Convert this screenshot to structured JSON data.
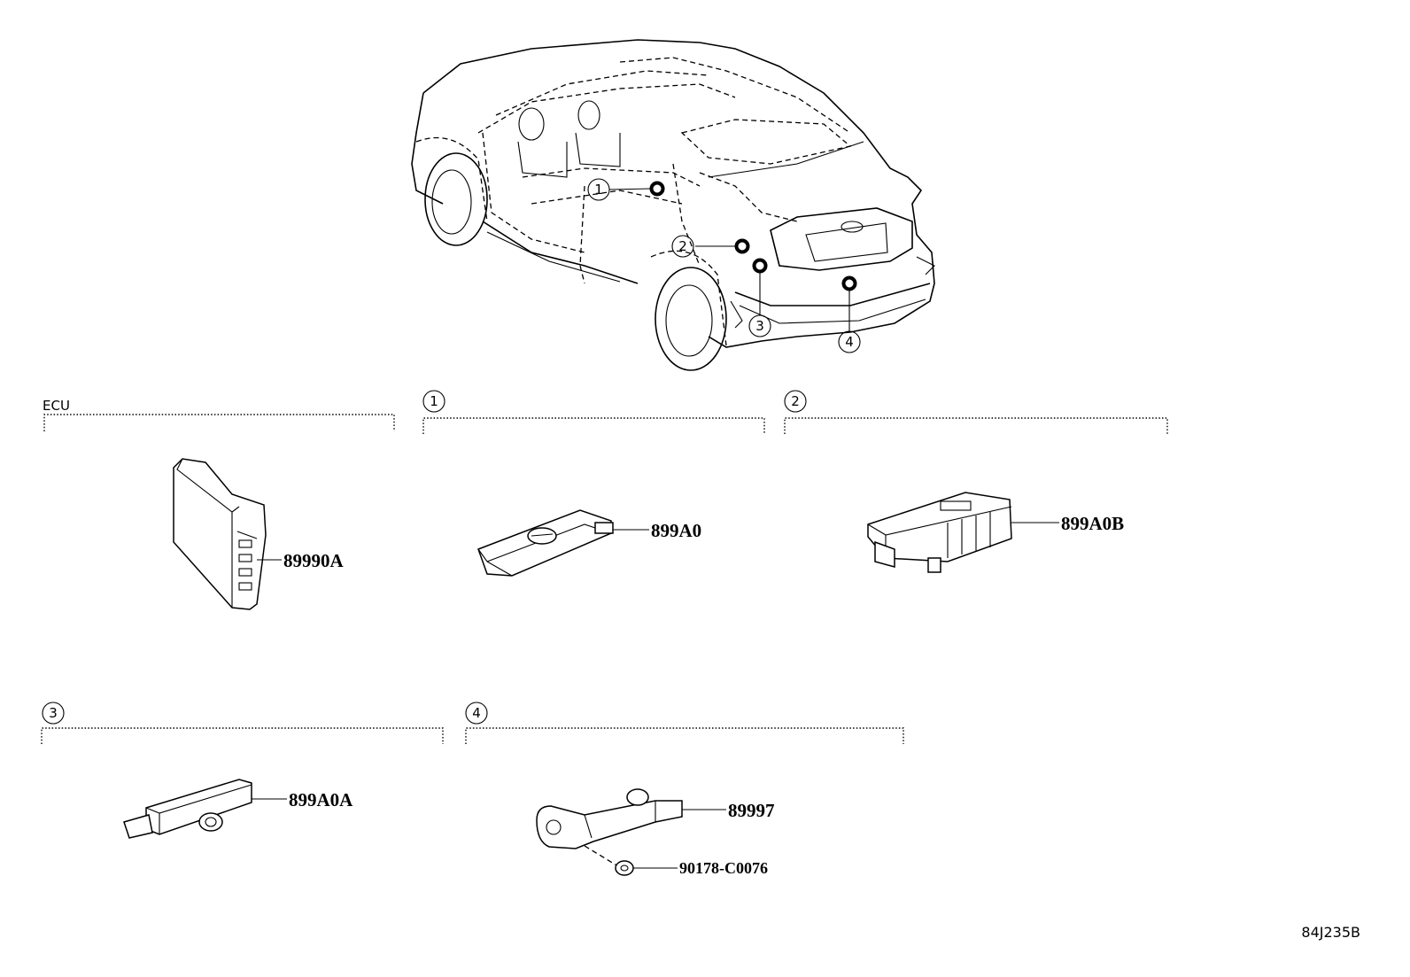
{
  "illustration_code": "84J235B",
  "groups": {
    "ecu": {
      "title": "ECU"
    },
    "g1": {
      "marker": "1"
    },
    "g2": {
      "marker": "2"
    },
    "g3": {
      "marker": "3"
    },
    "g4": {
      "marker": "4"
    }
  },
  "parts": {
    "ecu_module": "89990A",
    "sensor_1": "899A0",
    "sensor_2": "899A0B",
    "sensor_3": "899A0A",
    "sensor_4": "89997",
    "sensor_4_nut": "90178-C0076"
  },
  "car_callouts": [
    "1",
    "2",
    "3",
    "4"
  ]
}
